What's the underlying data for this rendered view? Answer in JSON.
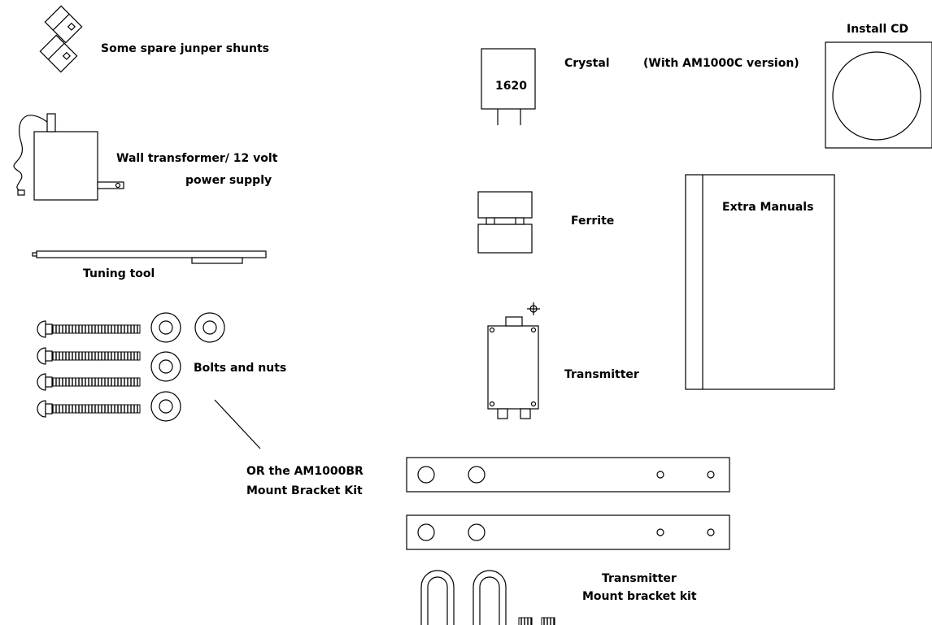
{
  "labels": {
    "jumper_shunts": "Some spare junper shunts",
    "crystal": "Crystal",
    "crystal_note": "(With AM1000C version)",
    "crystal_marking": "1620",
    "install_cd": "Install CD",
    "wall_transformer_1": "Wall transformer/ 12 volt",
    "wall_transformer_2": "power supply",
    "ferrite": "Ferrite",
    "extra_manuals": "Extra Manuals",
    "tuning_tool": "Tuning tool",
    "bolts_nuts": "Bolts and nuts",
    "transmitter": "Transmitter",
    "or_kit_1": "OR the AM1000BR",
    "or_kit_2": "Mount Bracket Kit",
    "mount_kit_1": "Transmitter",
    "mount_kit_2": "Mount bracket kit"
  }
}
